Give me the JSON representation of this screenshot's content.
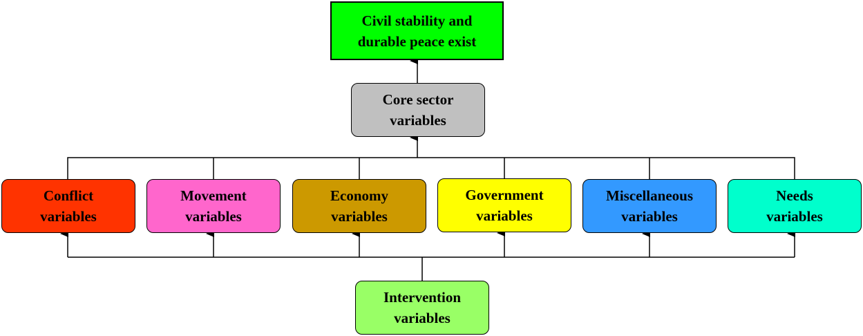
{
  "nodes": {
    "goal": {
      "label": "Civil stability and\ndurable peace exist",
      "color": "#00ff00"
    },
    "core": {
      "label": "Core sector\nvariables",
      "color": "#c0c0c0"
    },
    "conflict": {
      "label": "Conflict\nvariables",
      "color": "#ff3300"
    },
    "movement": {
      "label": "Movement\nvariables",
      "color": "#ff66cc"
    },
    "economy": {
      "label": "Economy\nvariables",
      "color": "#cc9900"
    },
    "government": {
      "label": "Government\nvariables",
      "color": "#ffff00"
    },
    "misc": {
      "label": "Miscellaneous\nvariables",
      "color": "#3399ff"
    },
    "needs": {
      "label": "Needs\nvariables",
      "color": "#00ffcc"
    },
    "intervention": {
      "label": "Intervention\nvariables",
      "color": "#99ff66"
    }
  },
  "edges": [
    {
      "from": "core",
      "to": "goal"
    },
    {
      "from": "conflict",
      "to": "core"
    },
    {
      "from": "movement",
      "to": "core"
    },
    {
      "from": "economy",
      "to": "core"
    },
    {
      "from": "government",
      "to": "core"
    },
    {
      "from": "misc",
      "to": "core"
    },
    {
      "from": "needs",
      "to": "core"
    },
    {
      "from": "intervention",
      "to": "conflict"
    },
    {
      "from": "intervention",
      "to": "movement"
    },
    {
      "from": "intervention",
      "to": "economy"
    },
    {
      "from": "intervention",
      "to": "government"
    },
    {
      "from": "intervention",
      "to": "misc"
    },
    {
      "from": "intervention",
      "to": "needs"
    }
  ],
  "line_color": "#000000"
}
